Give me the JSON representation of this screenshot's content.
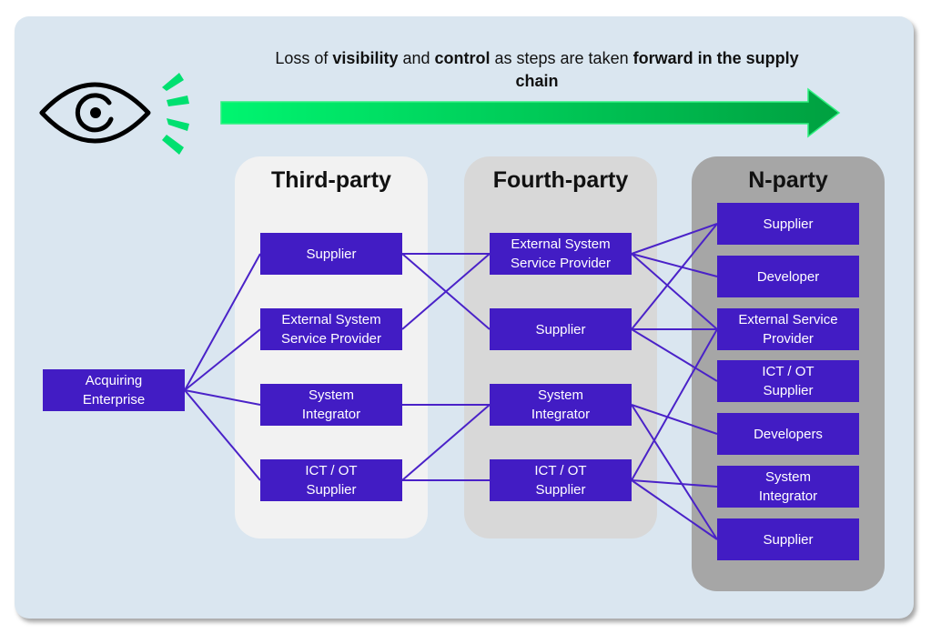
{
  "headline": {
    "parts": [
      {
        "text": "Loss of ",
        "bold": false
      },
      {
        "text": "visibility",
        "bold": true
      },
      {
        "text": " and ",
        "bold": false
      },
      {
        "text": "control",
        "bold": true
      },
      {
        "text": " as steps are taken ",
        "bold": false
      },
      {
        "text": "forward in the supply chain",
        "bold": true
      }
    ]
  },
  "icons": {
    "eye": "eye-icon",
    "rays": "visibility-rays-icon",
    "arrow": "forward-arrow-icon"
  },
  "colors": {
    "background": "#dae6f0",
    "node": "#421cc4",
    "link": "#4a22c8",
    "third_party_lane": "#f2f2f2",
    "fourth_party_lane": "#d8d8d8",
    "n_party_lane": "#a6a6a6",
    "arrow_start": "#00f570",
    "arrow_end": "#00a040"
  },
  "acquirer": {
    "id": "acq",
    "label": "Acquiring\nEnterprise"
  },
  "lanes": [
    {
      "id": "third",
      "title": "Third-party",
      "nodes": [
        {
          "id": "t1",
          "label": "Supplier"
        },
        {
          "id": "t2",
          "label": "External System\nService Provider"
        },
        {
          "id": "t3",
          "label": "System\nIntegrator"
        },
        {
          "id": "t4",
          "label": "ICT / OT\nSupplier"
        }
      ]
    },
    {
      "id": "fourth",
      "title": "Fourth-party",
      "nodes": [
        {
          "id": "f1",
          "label": "External System\nService Provider"
        },
        {
          "id": "f2",
          "label": "Supplier"
        },
        {
          "id": "f3",
          "label": "System\nIntegrator"
        },
        {
          "id": "f4",
          "label": "ICT / OT\nSupplier"
        }
      ]
    },
    {
      "id": "nparty",
      "title": "N-party",
      "nodes": [
        {
          "id": "n1",
          "label": "Supplier"
        },
        {
          "id": "n2",
          "label": "Developer"
        },
        {
          "id": "n3",
          "label": "External Service\nProvider"
        },
        {
          "id": "n4",
          "label": "ICT / OT\nSupplier"
        },
        {
          "id": "n5",
          "label": "Developers"
        },
        {
          "id": "n6",
          "label": "System\nIntegrator"
        },
        {
          "id": "n7",
          "label": "Supplier"
        }
      ]
    }
  ],
  "links": [
    [
      "acq",
      "t1"
    ],
    [
      "acq",
      "t2"
    ],
    [
      "acq",
      "t3"
    ],
    [
      "acq",
      "t4"
    ],
    [
      "t1",
      "f1"
    ],
    [
      "t1",
      "f2"
    ],
    [
      "t2",
      "f1"
    ],
    [
      "t3",
      "f3"
    ],
    [
      "t4",
      "f3"
    ],
    [
      "t4",
      "f4"
    ],
    [
      "f1",
      "n1"
    ],
    [
      "f1",
      "n2"
    ],
    [
      "f1",
      "n3"
    ],
    [
      "f2",
      "n1"
    ],
    [
      "f2",
      "n3"
    ],
    [
      "f2",
      "n4"
    ],
    [
      "f3",
      "n5"
    ],
    [
      "f3",
      "n7"
    ],
    [
      "f4",
      "n3"
    ],
    [
      "f4",
      "n6"
    ],
    [
      "f4",
      "n7"
    ]
  ]
}
